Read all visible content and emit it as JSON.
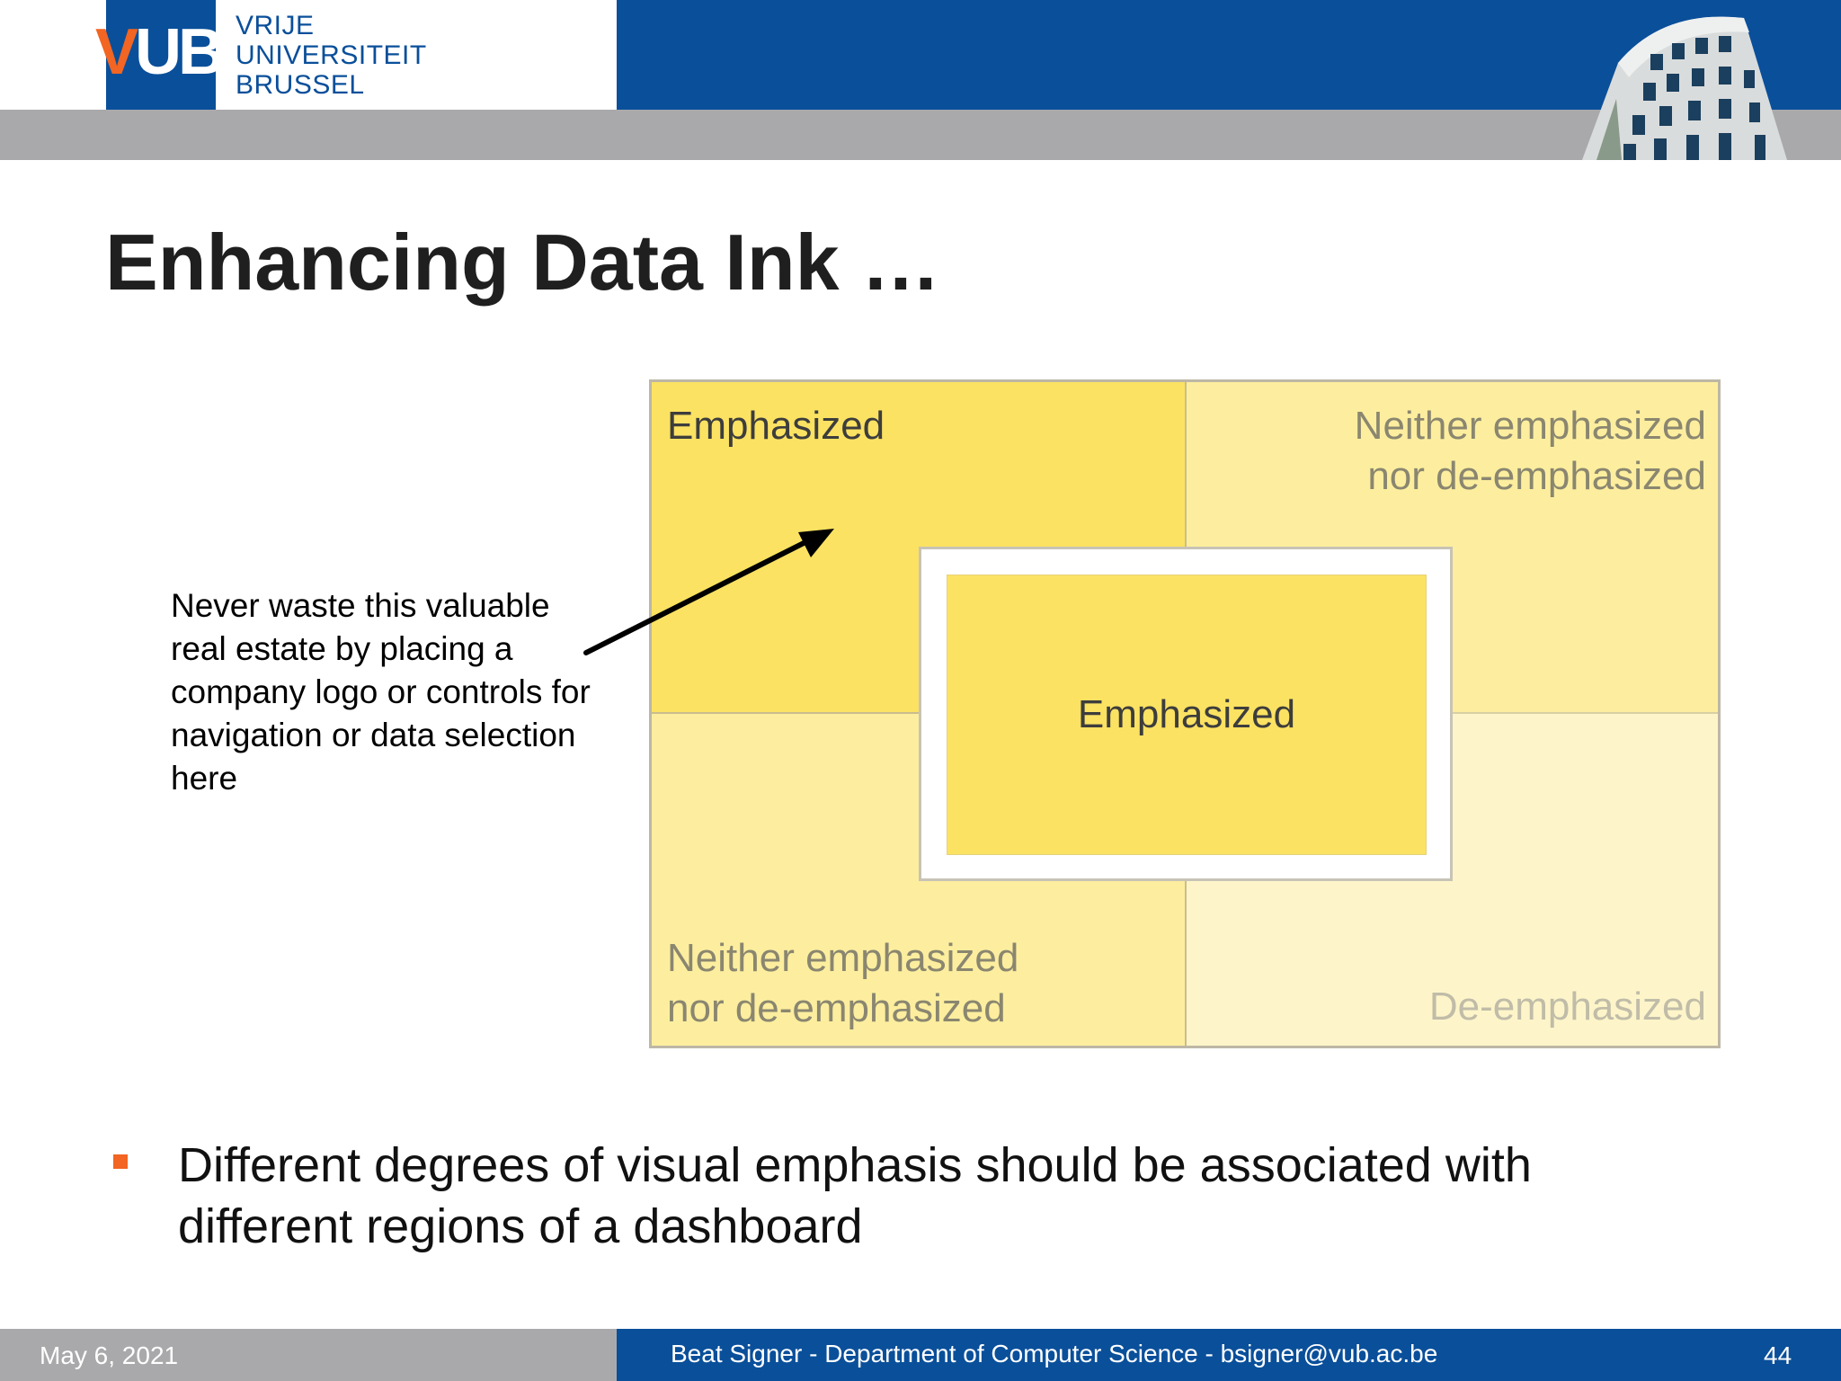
{
  "header": {
    "logo_letters_v": "V",
    "logo_letters_ub": "UB",
    "logo_lines": [
      "VRIJE",
      "UNIVERSITEIT",
      "BRUSSEL"
    ]
  },
  "slide": {
    "title": "Enhancing Data Ink …"
  },
  "diagram": {
    "top_left": "Emphasized",
    "top_right_line1": "Neither emphasized",
    "top_right_line2": "nor de-emphasized",
    "center": "Emphasized",
    "bottom_left_line1": "Neither emphasized",
    "bottom_left_line2": "nor de-emphasized",
    "bottom_right": "De-emphasized"
  },
  "annotation": {
    "lines": [
      "Never waste this valuable",
      "real estate by placing a",
      "company logo or controls for",
      "navigation or data selection",
      "here"
    ]
  },
  "bullets": [
    {
      "line1": "Different degrees of visual emphasis should be associated with",
      "line2": "different regions of a dashboard"
    }
  ],
  "footer": {
    "date": "May 6, 2021",
    "author": "Beat Signer - Department of Computer Science - bsigner@vub.ac.be",
    "page": "44"
  },
  "colors": {
    "brand_blue": "#0a4f9a",
    "brand_orange": "#f26522",
    "header_gray": "#a9a9ab",
    "emphasized_yellow": "#fbe262",
    "neutral_yellow": "#fcee9e",
    "deemphasized_yellow": "#fdf5c9"
  }
}
